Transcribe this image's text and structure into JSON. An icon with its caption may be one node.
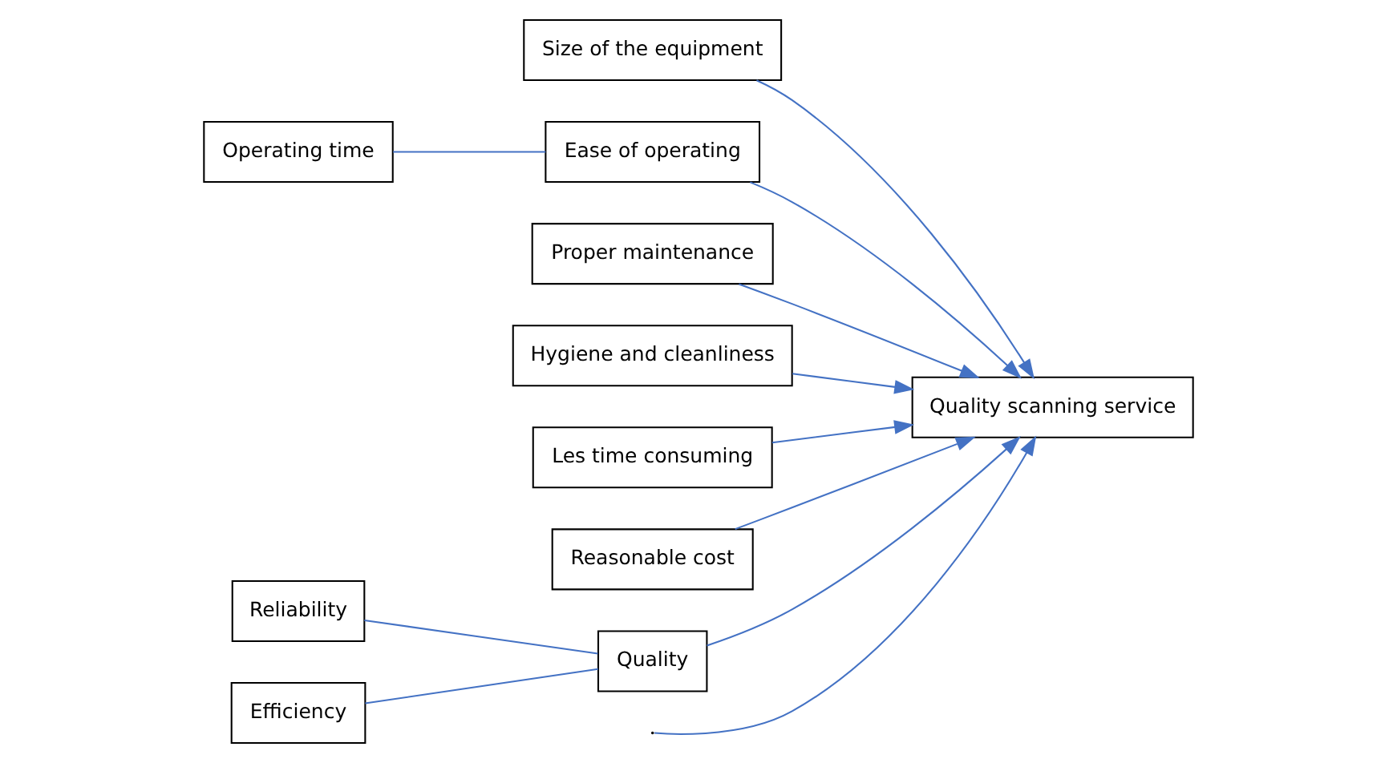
{
  "diagram": {
    "nodes": [
      {
        "text": [
          "Size of the equipment"
        ]
      },
      {
        "text": [
          "Ease of operating"
        ]
      },
      {
        "text": [
          "Proper maintenance"
        ]
      },
      {
        "text": [
          "Hygiene and cleanliness"
        ]
      },
      {
        "text": [
          "Operating time"
        ]
      },
      {
        "text": [
          "Quality scanning service"
        ]
      },
      {
        "text": [
          "Reliability"
        ]
      },
      {
        "text": [
          "Efficiency"
        ]
      },
      {
        "text": [
          "Les time consuming"
        ]
      },
      {
        "text": [
          "Reasonable cost"
        ]
      },
      {
        "text": [
          "Quality"
        ]
      }
    ],
    "edges": [
      {
        "from": null,
        "to": 5,
        "arrow": "to"
      },
      {
        "from": 0,
        "to": 5,
        "arrow": "to"
      },
      {
        "from": 1,
        "to": 5,
        "arrow": "to"
      },
      {
        "from": 2,
        "to": 5,
        "arrow": "to"
      },
      {
        "from": 3,
        "to": 5,
        "arrow": "to"
      },
      {
        "from": 4,
        "to": 1,
        "arrow": "none"
      },
      {
        "from": 6,
        "to": 10,
        "arrow": "none"
      },
      {
        "from": 7,
        "to": 10,
        "arrow": "none"
      },
      {
        "from": 8,
        "to": 5,
        "arrow": "to"
      },
      {
        "from": 9,
        "to": 5,
        "arrow": "to"
      },
      {
        "from": 10,
        "to": 5,
        "arrow": "to"
      }
    ]
  }
}
